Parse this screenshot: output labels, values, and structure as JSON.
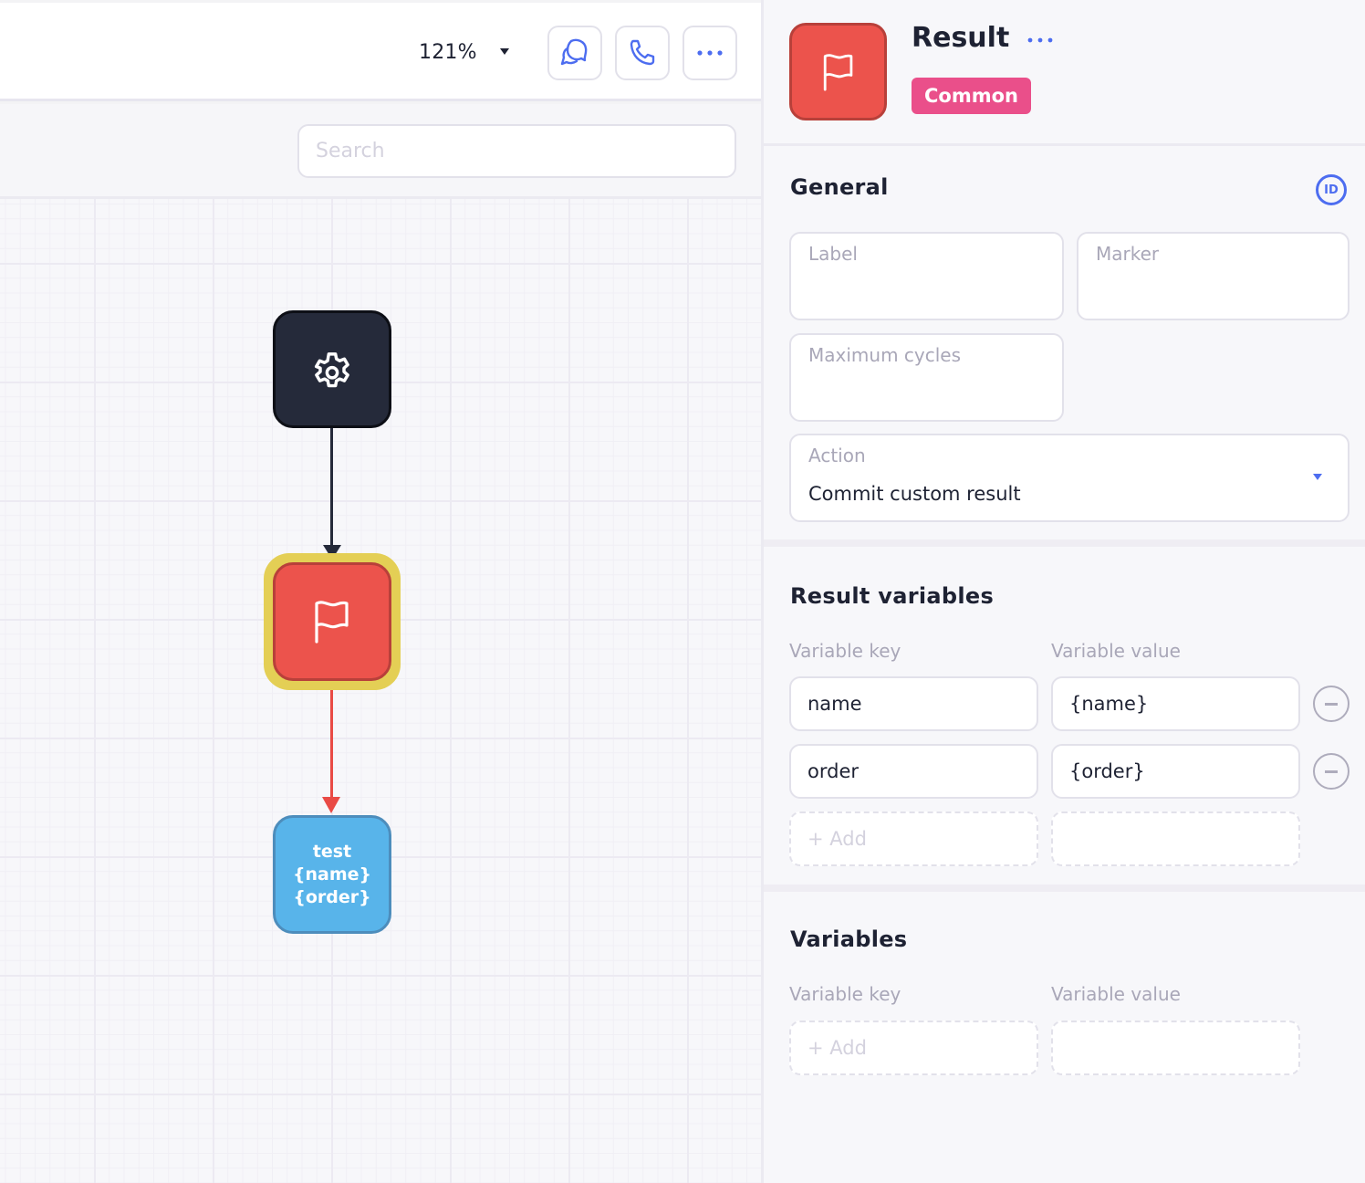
{
  "toolbar": {
    "zoom_level": "121%",
    "icons": {
      "chat": "chat-bubbles-icon",
      "phone": "phone-icon",
      "more": "more-horizontal-icon",
      "zoom_caret": "caret-down-icon"
    },
    "accent_color": "#4d6df0"
  },
  "search": {
    "placeholder": "Search",
    "value": ""
  },
  "canvas": {
    "nodes": [
      {
        "id": "start",
        "type": "settings",
        "icon": "gear-icon",
        "color": "#252a3a"
      },
      {
        "id": "result",
        "type": "result",
        "icon": "flag-icon",
        "color": "#ec534c",
        "selected": true,
        "selection_color": "#e4cf55"
      },
      {
        "id": "test",
        "type": "output",
        "color": "#58b4ea",
        "lines": [
          "test",
          "{name}",
          "{order}"
        ]
      }
    ],
    "edges": [
      {
        "from": "start",
        "to": "result",
        "color": "#252a3a"
      },
      {
        "from": "result",
        "to": "test",
        "color": "#e94a45"
      }
    ]
  },
  "panel": {
    "header": {
      "title": "Result",
      "badge": "Common",
      "badge_color": "#ea4f8a",
      "icon": "flag-icon",
      "icon_color": "#ec534c",
      "more_icon": "more-horizontal-icon"
    },
    "general": {
      "title": "General",
      "id_icon_label": "ID",
      "fields": {
        "label": {
          "label": "Label",
          "value": ""
        },
        "marker": {
          "label": "Marker",
          "value": ""
        },
        "max_cycles": {
          "label": "Maximum cycles",
          "value": ""
        },
        "action": {
          "label": "Action",
          "value": "Commit custom result"
        }
      }
    },
    "result_variables": {
      "title": "Result variables",
      "key_header": "Variable key",
      "value_header": "Variable value",
      "rows": [
        {
          "key": "name",
          "value": "{name}"
        },
        {
          "key": "order",
          "value": "{order}"
        }
      ],
      "add_label": "+ Add"
    },
    "variables": {
      "title": "Variables",
      "key_header": "Variable key",
      "value_header": "Variable value",
      "rows": [],
      "add_label": "+ Add"
    }
  }
}
